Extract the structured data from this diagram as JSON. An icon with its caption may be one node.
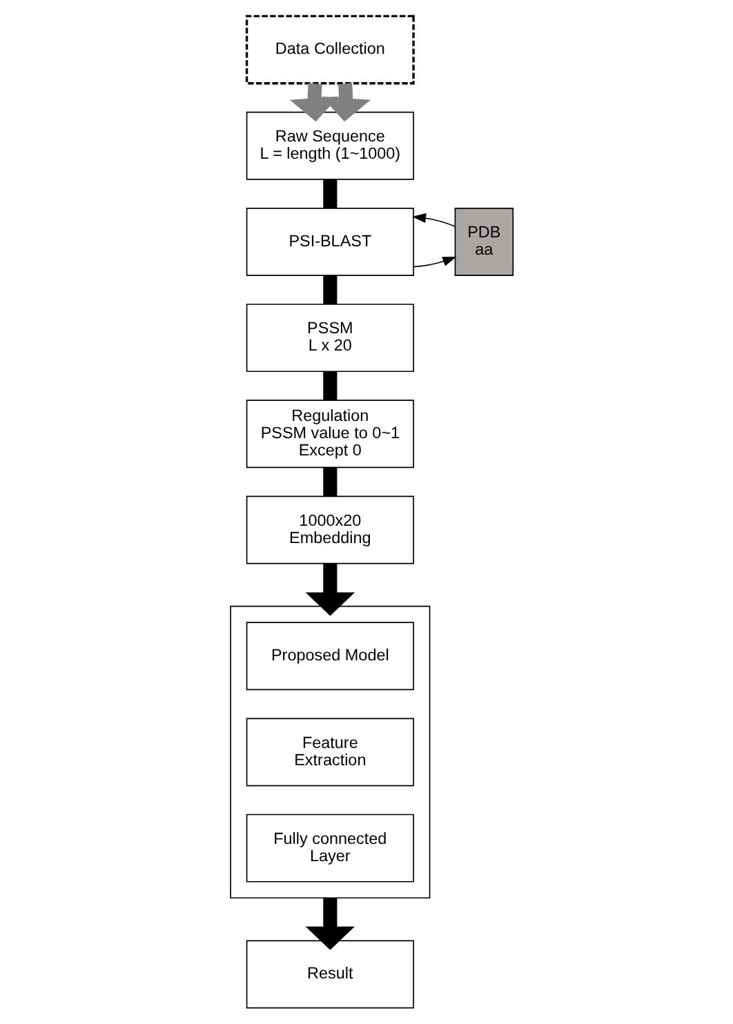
{
  "diagram": {
    "nodes": [
      {
        "text": [
          "Data Collection"
        ]
      },
      {
        "text": [
          "Raw Sequence",
          "L = length (1~1000)"
        ]
      },
      {
        "text": [
          "PSI-BLAST"
        ]
      },
      {
        "text": [
          "PDB aa"
        ]
      },
      {
        "text": [
          "PSSM L x 20"
        ]
      },
      {
        "text": [
          "Regulation PSSM value to 0~1 Except 0"
        ]
      },
      {
        "text": [
          "1000x20 Embedding"
        ]
      },
      {
        "text": [],
        "shape": "box"
      },
      {
        "text": [
          "Proposed Model"
        ],
        "in": 7
      },
      {
        "text": [
          "Feature Extraction"
        ],
        "in": 7
      },
      {
        "text": [
          "Fully connected Layer"
        ],
        "in": 7
      },
      {
        "text": [
          "Result"
        ]
      }
    ],
    "edges": [
      {
        "from": 0,
        "to": 1,
        "arrow": "to",
        "color": "#808080"
      },
      {
        "from": 0,
        "to": 1,
        "arrow": "to",
        "color": "#808080"
      },
      {
        "from": 1,
        "to": 2,
        "arrow": "none"
      },
      {
        "from": 2,
        "to": 3,
        "arrow": "to"
      },
      {
        "from": 3,
        "to": 2,
        "arrow": "to"
      },
      {
        "from": 2,
        "to": 4,
        "arrow": "none"
      },
      {
        "from": 4,
        "to": 5,
        "arrow": "none"
      },
      {
        "from": 5,
        "to": 6,
        "arrow": "none"
      },
      {
        "from": 6,
        "to": 7,
        "arrow": "to"
      },
      {
        "from": 7,
        "to": 11,
        "arrow": "to"
      }
    ]
  }
}
